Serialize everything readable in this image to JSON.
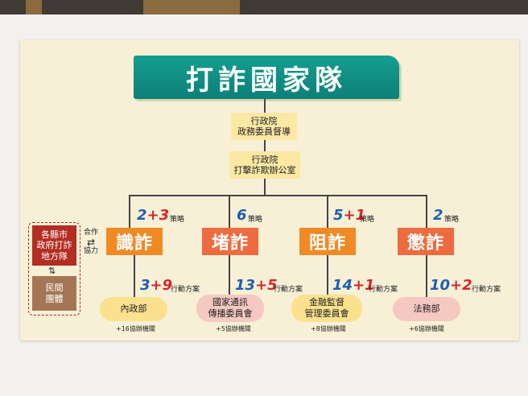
{
  "title": "打詐國家隊",
  "top": {
    "supervise_line1": "行政院",
    "supervise_line2": "政務委員督導",
    "office_line1": "行政院",
    "office_line2": "打擊詐欺辦公室"
  },
  "local": {
    "line1": "各縣市",
    "line2": "政府打詐",
    "line3": "地方隊",
    "civil_line1": "民間",
    "civil_line2": "團體",
    "coop_line1": "合作",
    "coop_line2": "協力",
    "arrow_h": "⇄",
    "arrow_v": "⇅"
  },
  "pillars": [
    {
      "name": "識詐",
      "strategy_num": "2",
      "strategy_plus": "+3",
      "strategy_label": "策略",
      "plan_num": "3",
      "plan_plus": "+9",
      "plan_label": "行動方案",
      "agency_line1": "內政部",
      "agency_line2": "",
      "assist": "+16協辦機關",
      "color": "#f08a25",
      "agency_color": "#fbe18e"
    },
    {
      "name": "堵詐",
      "strategy_num": "6",
      "strategy_plus": "",
      "strategy_label": "策略",
      "plan_num": "13",
      "plan_plus": "+5",
      "plan_label": "行動方案",
      "agency_line1": "國家通訊",
      "agency_line2": "傳播委員會",
      "assist": "+5協辦機關",
      "color": "#ee6b3f",
      "agency_color": "#f6c8c2"
    },
    {
      "name": "阻詐",
      "strategy_num": "5",
      "strategy_plus": "+1",
      "strategy_label": "策略",
      "plan_num": "14",
      "plan_plus": "+1",
      "plan_label": "行動方案",
      "agency_line1": "金融監督",
      "agency_line2": "管理委員會",
      "assist": "+8協辦機關",
      "color": "#f08a25",
      "agency_color": "#fbe18e"
    },
    {
      "name": "懲詐",
      "strategy_num": "2",
      "strategy_plus": "",
      "strategy_label": "策略",
      "plan_num": "10",
      "plan_plus": "+2",
      "plan_label": "行動方案",
      "agency_line1": "法務部",
      "agency_line2": "",
      "assist": "+6協辦機關",
      "color": "#ee6b3f",
      "agency_color": "#f6c8c2"
    }
  ],
  "colors": {
    "title_bg": "#0e7f78",
    "board_bg": "#f7f0d6",
    "local_red": "#b32d22",
    "civil_brown": "#a57656",
    "badge_blue": "#1f5db0",
    "badge_red": "#d7252b"
  }
}
